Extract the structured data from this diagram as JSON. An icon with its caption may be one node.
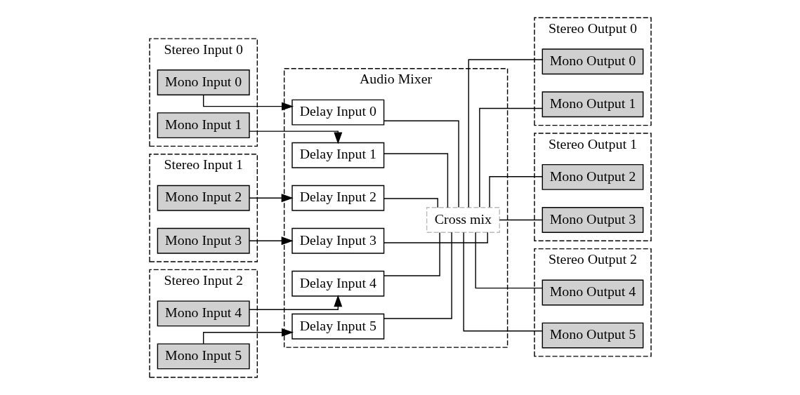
{
  "diagram": {
    "nodes": [
      {
        "text": [
          "Stereo Input 0"
        ]
      },
      {
        "text": [
          "Mono Input 0"
        ],
        "in": 0
      },
      {
        "text": [
          "Mono Input 1"
        ],
        "in": 0
      },
      {
        "text": [
          "Stereo Input 1"
        ]
      },
      {
        "text": [
          "Mono Input 2"
        ],
        "in": 3
      },
      {
        "text": [
          "Mono Input 3"
        ],
        "in": 3
      },
      {
        "text": [
          "Stereo Input 2"
        ]
      },
      {
        "text": [
          "Mono Input 4"
        ],
        "in": 6
      },
      {
        "text": [
          "Mono Input 5"
        ],
        "in": 6
      },
      {
        "text": [
          "Audio Mixer"
        ]
      },
      {
        "text": [
          "Delay Input 0"
        ],
        "in": 9
      },
      {
        "text": [
          "Delay Input 1"
        ],
        "in": 9
      },
      {
        "text": [
          "Delay Input 2"
        ],
        "in": 9
      },
      {
        "text": [
          "Delay Input 3"
        ],
        "in": 9
      },
      {
        "text": [
          "Delay Input 4"
        ],
        "in": 9
      },
      {
        "text": [
          "Delay Input 5"
        ],
        "in": 9
      },
      {
        "text": [
          "Cross mix"
        ],
        "in": 9
      },
      {
        "text": [
          "Stereo Output 0"
        ]
      },
      {
        "text": [
          "Mono Output 0"
        ],
        "in": 17
      },
      {
        "text": [
          "Mono Output 1"
        ],
        "in": 17
      },
      {
        "text": [
          "Stereo Output 1"
        ]
      },
      {
        "text": [
          "Mono Output 2"
        ],
        "in": 20
      },
      {
        "text": [
          "Mono Output 3"
        ],
        "in": 20
      },
      {
        "text": [
          "Stereo Output 2"
        ]
      },
      {
        "text": [
          "Mono Output 4"
        ],
        "in": 23
      },
      {
        "text": [
          "Mono Output 5"
        ],
        "in": 23
      }
    ],
    "edges": [
      {
        "from": 1,
        "to": 10,
        "arrow": "to"
      },
      {
        "from": 2,
        "to": 11,
        "arrow": "to"
      },
      {
        "from": 4,
        "to": 12,
        "arrow": "to"
      },
      {
        "from": 5,
        "to": 13,
        "arrow": "to"
      },
      {
        "from": 7,
        "to": 14,
        "arrow": "to"
      },
      {
        "from": 8,
        "to": 15,
        "arrow": "to"
      },
      {
        "from": 10,
        "to": 16,
        "arrow": "none"
      },
      {
        "from": 11,
        "to": 16,
        "arrow": "none"
      },
      {
        "from": 12,
        "to": 16,
        "arrow": "none"
      },
      {
        "from": 13,
        "to": 16,
        "arrow": "none"
      },
      {
        "from": 14,
        "to": 16,
        "arrow": "none"
      },
      {
        "from": 15,
        "to": 16,
        "arrow": "none"
      },
      {
        "from": 16,
        "to": 18,
        "arrow": "none"
      },
      {
        "from": 16,
        "to": 19,
        "arrow": "none"
      },
      {
        "from": 16,
        "to": 21,
        "arrow": "none"
      },
      {
        "from": 16,
        "to": 22,
        "arrow": "none"
      },
      {
        "from": 16,
        "to": 24,
        "arrow": "none"
      },
      {
        "from": 16,
        "to": 25,
        "arrow": "none"
      }
    ]
  }
}
